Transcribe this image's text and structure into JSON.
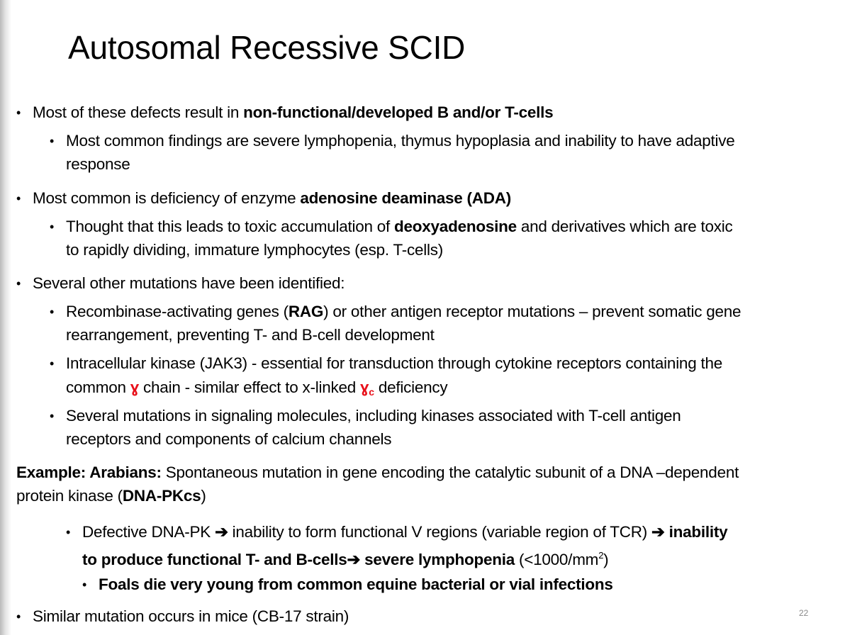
{
  "slide": {
    "title": "Autosomal Recessive SCID",
    "page_number": "22",
    "bullet_char": "•",
    "arrow_char": "➔",
    "gamma_char": "ɣ",
    "gamma_subscript": "c",
    "b1": {
      "pre": "Most of these defects result in ",
      "bold": "non-functional/developed B and/or T-cells"
    },
    "b1a": {
      "line1": "Most common findings are severe lymphopenia, thymus hypoplasia and inability to have adaptive",
      "line2": "response"
    },
    "b2": {
      "pre": "Most common is deficiency of enzyme ",
      "bold": "adenosine deaminase (ADA)"
    },
    "b2a": {
      "pre": "Thought that this leads to toxic accumulation of ",
      "bold": "deoxyadenosine",
      "post": " and derivatives which are toxic",
      "line2": "to rapidly dividing, immature lymphocytes (esp. T-cells)"
    },
    "b3": {
      "text": "Several other mutations have been identified:"
    },
    "b3a": {
      "pre": "Recombinase-activating genes (",
      "bold": "RAG",
      "post": ") or other antigen receptor mutations – prevent somatic gene",
      "line2": "rearrangement, preventing T- and B-cell development"
    },
    "b3b": {
      "line1": "Intracellular kinase (JAK3) - essential for transduction through cytokine receptors containing the",
      "l2a": "common ",
      "l2b": " chain - similar effect to x-linked ",
      "l2c": " deficiency"
    },
    "b3c": {
      "line1": "Several mutations in signaling molecules, including kinases associated with T-cell antigen",
      "line2": "receptors and components of calcium channels"
    },
    "example": {
      "bold": "Example: Arabians:",
      "rest": " Spontaneous mutation in gene encoding the catalytic subunit of a DNA –dependent",
      "l2pre": "protein kinase  (",
      "l2bold": "DNA-PKcs",
      "l2post": ")"
    },
    "b4": {
      "a": "Defective DNA-PK ",
      "b": " inability to form functional V regions (variable region of TCR) ",
      "c": " inability",
      "l2a": "to produce functional T- and B-cells",
      "l2b": " severe lymphopenia",
      "l2c": " (<1000/mm",
      "l2sup": "2",
      "l2d": ")"
    },
    "b4a": {
      "text": "Foals die very young from common equine bacterial or vial infections"
    },
    "b5": {
      "text": "Similar mutation occurs in mice (CB-17 strain)"
    }
  }
}
